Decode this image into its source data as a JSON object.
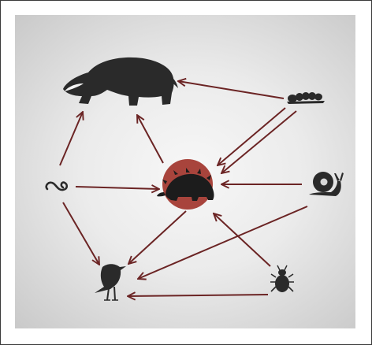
{
  "diagram": {
    "type": "food-web",
    "colors": {
      "arrow": "#6b2424",
      "silhouette": "#2a2a2a",
      "hedgehog_disc": "#a8443c",
      "background_center": "#f5f5f5",
      "background_edge": "#c8c8c8"
    },
    "nodes": [
      {
        "id": "badger",
        "icon": "badger-icon"
      },
      {
        "id": "caterpillar",
        "icon": "caterpillar-icon"
      },
      {
        "id": "worm",
        "icon": "worm-icon"
      },
      {
        "id": "hedgehog",
        "icon": "hedgehog-icon"
      },
      {
        "id": "snail",
        "icon": "snail-icon"
      },
      {
        "id": "bird",
        "icon": "bird-icon"
      },
      {
        "id": "beetle",
        "icon": "beetle-icon"
      }
    ],
    "edges": [
      {
        "from": "caterpillar",
        "to": "badger"
      },
      {
        "from": "worm",
        "to": "badger"
      },
      {
        "from": "hedgehog",
        "to": "badger"
      },
      {
        "from": "caterpillar",
        "to": "hedgehog"
      },
      {
        "from": "caterpillar",
        "to": "hedgehog"
      },
      {
        "from": "worm",
        "to": "hedgehog"
      },
      {
        "from": "snail",
        "to": "hedgehog"
      },
      {
        "from": "worm",
        "to": "bird"
      },
      {
        "from": "hedgehog",
        "to": "bird"
      },
      {
        "from": "snail",
        "to": "bird"
      },
      {
        "from": "beetle",
        "to": "hedgehog"
      },
      {
        "from": "beetle",
        "to": "bird"
      }
    ]
  }
}
